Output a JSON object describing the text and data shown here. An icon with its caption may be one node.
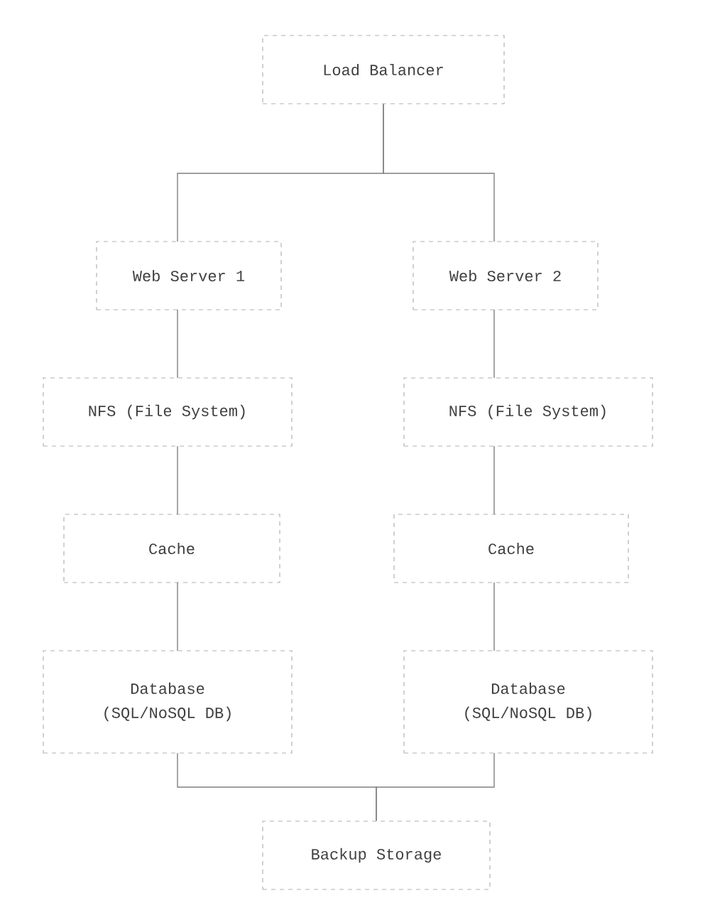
{
  "diagram": {
    "nodes": [
      {
        "text": [
          "Load Balancer"
        ]
      },
      {
        "text": [
          "Web Server 1"
        ]
      },
      {
        "text": [
          "Web Server 2"
        ]
      },
      {
        "text": [
          "NFS (File System)"
        ]
      },
      {
        "text": [
          "NFS (File System)"
        ]
      },
      {
        "text": [
          "Cache"
        ]
      },
      {
        "text": [
          "Cache"
        ]
      },
      {
        "text": [
          "Database",
          "(SQL/NoSQL DB)"
        ]
      },
      {
        "text": [
          "Database",
          "(SQL/NoSQL DB)"
        ]
      },
      {
        "text": [
          "Backup Storage"
        ]
      }
    ],
    "edges": [
      {
        "from": 0,
        "to": 1,
        "arrow": "none"
      },
      {
        "from": 0,
        "to": 2,
        "arrow": "none"
      },
      {
        "from": 1,
        "to": 3,
        "arrow": "none"
      },
      {
        "from": 2,
        "to": 4,
        "arrow": "none"
      },
      {
        "from": 3,
        "to": 5,
        "arrow": "none"
      },
      {
        "from": 4,
        "to": 6,
        "arrow": "none"
      },
      {
        "from": 5,
        "to": 7,
        "arrow": "none"
      },
      {
        "from": 6,
        "to": 8,
        "arrow": "none"
      },
      {
        "from": 7,
        "to": 9,
        "arrow": "none"
      },
      {
        "from": 8,
        "to": 9,
        "arrow": "none"
      }
    ]
  }
}
